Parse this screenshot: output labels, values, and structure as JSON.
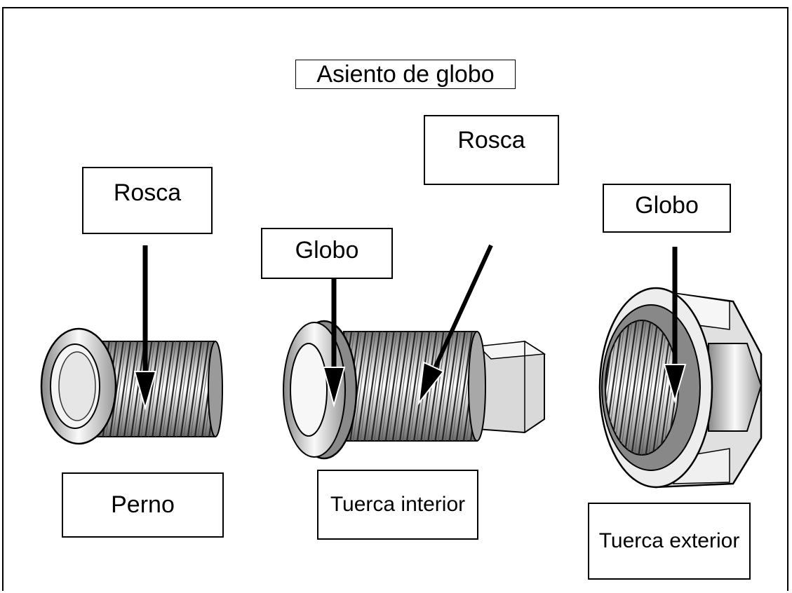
{
  "title": "Asiento de globo",
  "callouts": {
    "rosca_left": "Rosca",
    "rosca_mid": "Rosca",
    "globo_left": "Globo",
    "globo_right": "Globo"
  },
  "parts": {
    "perno": "Perno",
    "tuerca_interior": "Tuerca interior",
    "tuerca_exterior": "Tuerca exterior"
  },
  "colors": {
    "line": "#000000",
    "metal_light": "#f2f2f2",
    "metal_mid": "#bdbdbd",
    "metal_dark": "#6e6e6e",
    "seat": "#8a8a8a"
  }
}
